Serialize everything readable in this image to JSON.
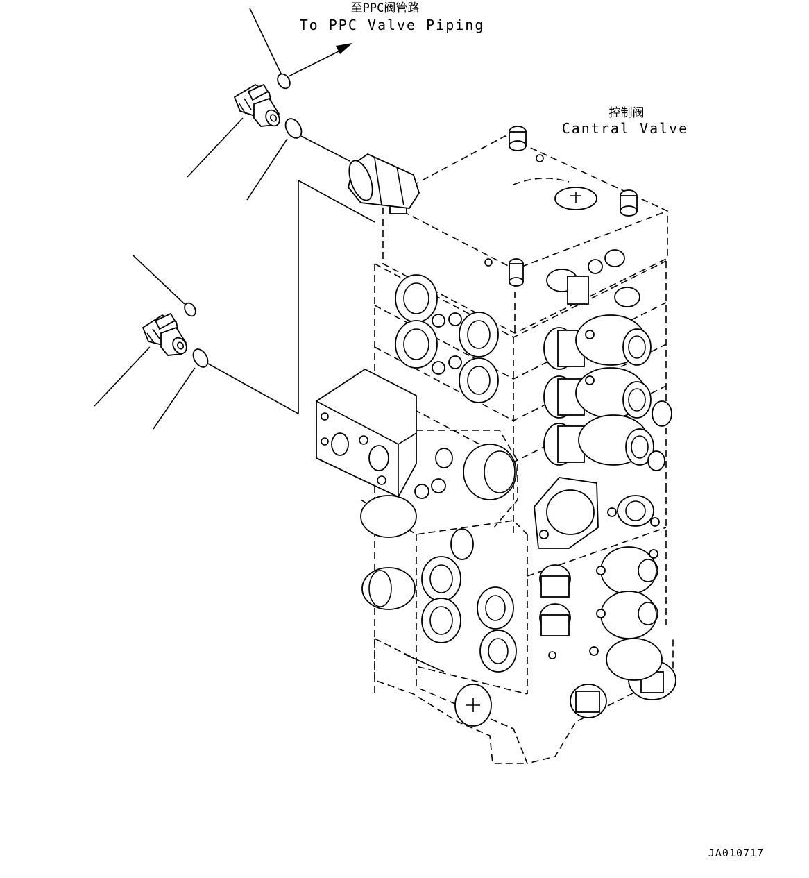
{
  "labels": {
    "ppc_cn": "至PPC阀管路",
    "ppc_en": "To PPC Valve Piping",
    "cv_cn": "控制阀",
    "cv_en": "Cantral Valve",
    "drawing_no": "JA010717"
  }
}
